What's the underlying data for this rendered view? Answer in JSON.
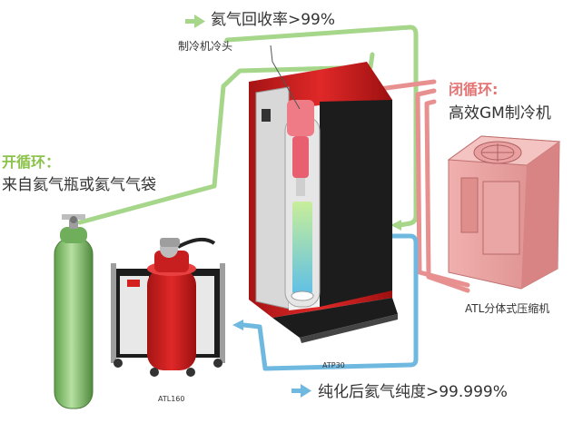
{
  "labels": {
    "helium_recovery": "氦气回收率>99%",
    "cold_head": "制冷机冷头",
    "closed_loop_title": "闭循环:",
    "closed_loop_desc": "高效GM制冷机",
    "open_loop_title": "开循环：",
    "open_loop_desc": "来自氦气瓶或氦气气袋",
    "compressor": "ATL分体式压缩机",
    "atp30": "ATP30",
    "atl160": "ATL160",
    "purity": "纯化后氦气纯度>99.999%"
  },
  "colors": {
    "green_flow": "#a5d68a",
    "red_flow": "#e89090",
    "blue_flow": "#6fb9e0",
    "machine_red": "#d41f1f",
    "machine_black": "#1c1c1c",
    "cylinder_green": "#7fbf6a",
    "compressor_pink": "#e9a0a0"
  },
  "icons": [
    "arrow-right-icon"
  ]
}
